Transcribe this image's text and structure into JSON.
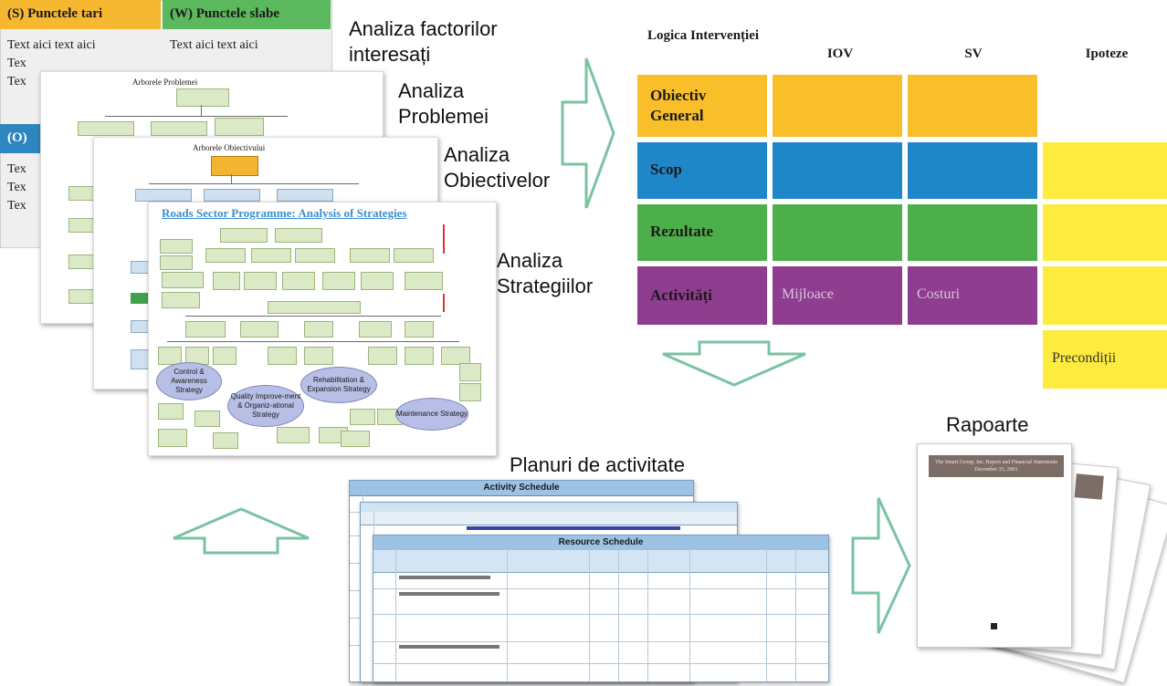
{
  "swot": {
    "strengths_header": "(S) Punctele tari",
    "weaknesses_header": "(W) Punctele slabe",
    "opportunities_header": "(O)",
    "strengths_lines": [
      "Text aici text aici",
      "Tex",
      "Tex"
    ],
    "weaknesses_lines": [
      "Text aici text aici"
    ],
    "opportunities_lines": [
      "Tex",
      "Tex",
      "Tex"
    ],
    "colors": {
      "strengths": "#f6b731",
      "weaknesses": "#5cb85c",
      "opportunities": "#2e86c1"
    }
  },
  "slides": {
    "problem_tree_title": "Arborele Problemei",
    "objective_tree_title": "Arborele Obiectivului",
    "strategy_title": "Roads Sector Programme: Analysis of Strategies",
    "strategy_bubbles": [
      "Control & Awareness Strategy",
      "Quality Improve-ment & Organiz-ational Strategy",
      "Rehabilitation & Expansion Strategy",
      "Maintenance Strategy"
    ]
  },
  "labels": {
    "stakeholders": "Analiza factorilor interesați",
    "problems": "Analiza Problemei",
    "objectives": "Analiza Obiectivelor",
    "strategies": "Analiza Strategiilor",
    "activity_plans": "Planuri de activitate",
    "reports": "Rapoarte"
  },
  "logframe": {
    "headers": [
      "Logica Intervenției",
      "IOV",
      "SV",
      "Ipoteze"
    ],
    "rows": [
      {
        "label": "Obiectiv General",
        "color": "#f9bf2b"
      },
      {
        "label": "Scop",
        "color": "#1f86c8"
      },
      {
        "label": "Rezultate",
        "color": "#4daf4a"
      },
      {
        "label": "Activități",
        "color": "#8e3d8f"
      }
    ],
    "means_label": "Mijloace",
    "costs_label": "Costuri",
    "preconditions_label": "Precondiții",
    "assumption_color": "#fdeb3f"
  },
  "schedule": {
    "activity_title": "Activity Schedule",
    "resource_title": "Resource Schedule"
  },
  "report": {
    "cover_title": "The Smart Group, Inc. Report and Financial Statements December 31, 2001"
  }
}
